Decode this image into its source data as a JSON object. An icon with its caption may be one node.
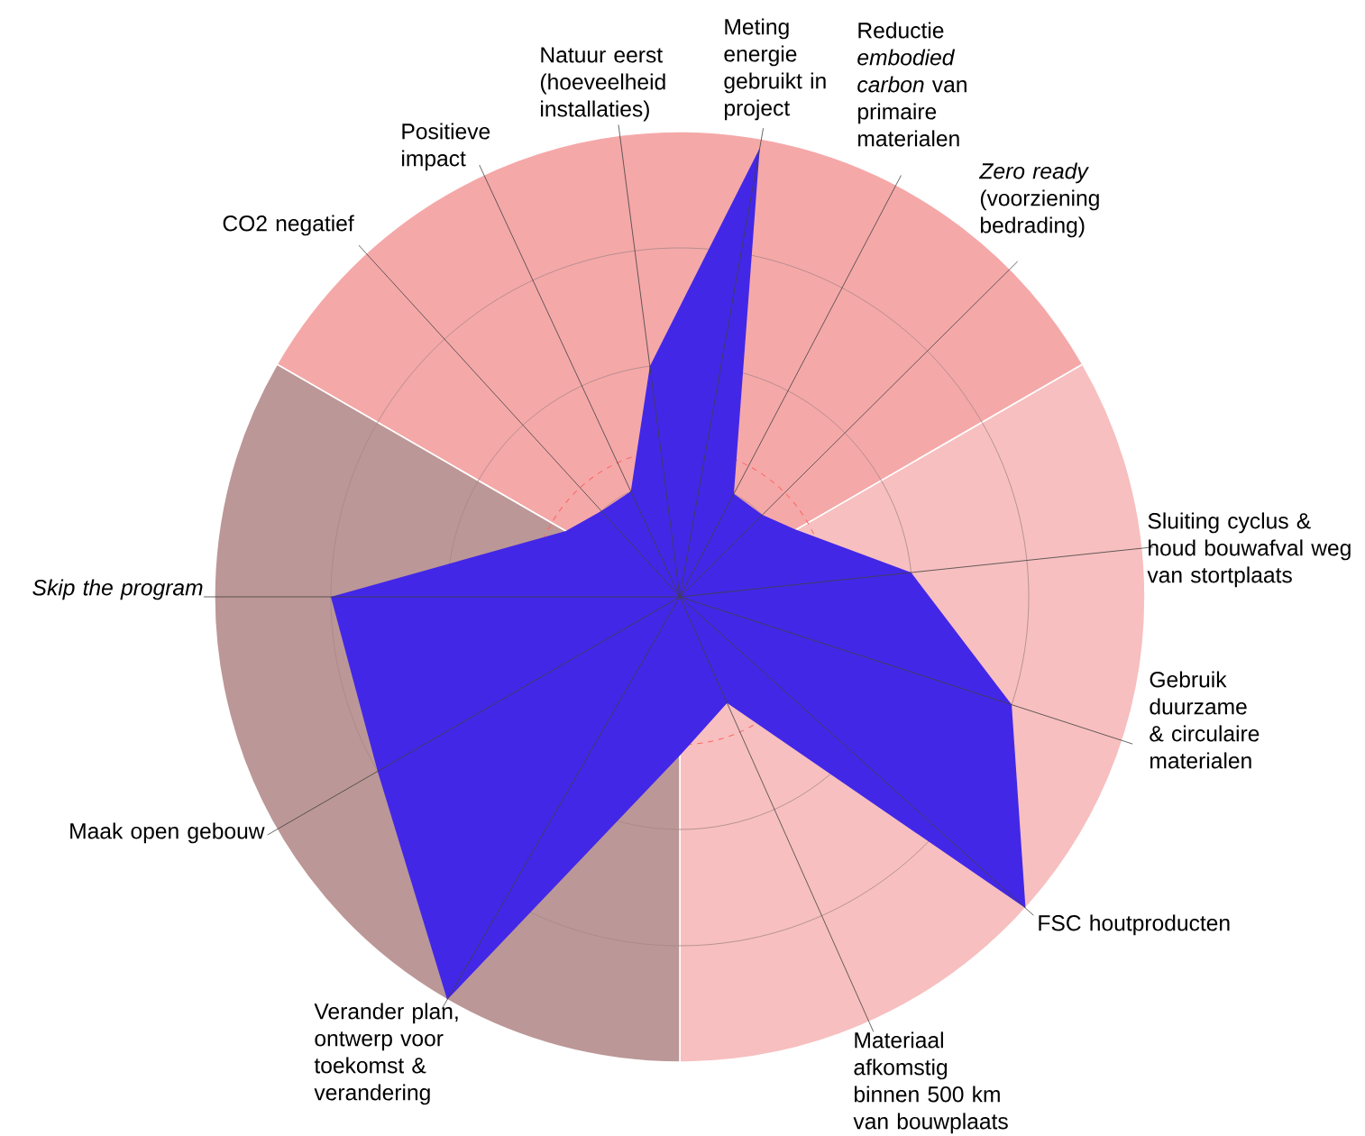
{
  "diagram": {
    "labels": [
      "Meting energie gebruikt in project",
      "Natuur eerst (hoeveelheid installaties)",
      "Reductie *embodied carbon* van primaire materialen",
      "Positieve impact",
      "*Zero ready* (voorziening bedrading)",
      "CO2 negatief",
      "Sluiting cyclus & houd bouwafval weg van stortplaats",
      "Skip the program",
      "Gebruik duurzame & circulaire materialen",
      "Maak open gebouw",
      "FSC houtproducten",
      "Verander plan, ontwerp voor toekomst & verandering",
      "Materiaal afkomstig binnen 500 km van bouwplaats"
    ]
  }
}
